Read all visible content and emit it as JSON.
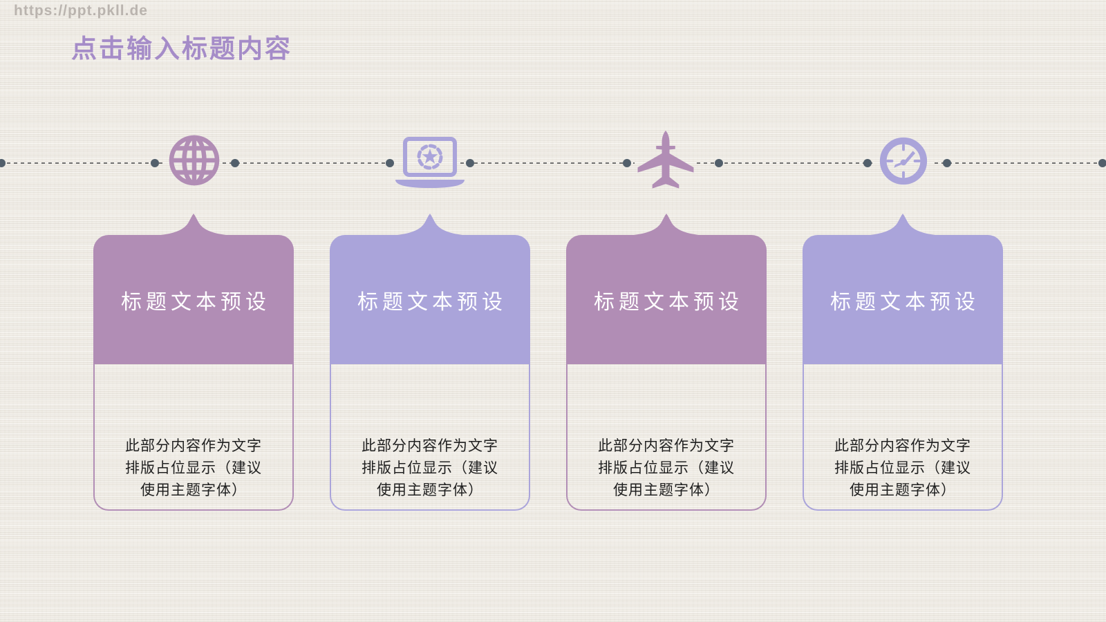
{
  "watermark": {
    "url_text": "https://ppt.pkll.de"
  },
  "header": {
    "title": "点击输入标题内容"
  },
  "colors": {
    "mauve": "#b18db5",
    "peri": "#aaa4da",
    "title": "#a58cc8",
    "dot": "#525f6b",
    "dash": "#707070"
  },
  "timeline": {
    "icons": [
      "globe",
      "laptop-star",
      "airplane",
      "stopwatch"
    ]
  },
  "cards": [
    {
      "theme": "mauve",
      "icon": "globe",
      "title": "标题文本预设",
      "body_lines": [
        "此部分内容作为文字",
        "排版占位显示（建议",
        "使用主题字体）"
      ]
    },
    {
      "theme": "periwinkle",
      "icon": "laptop-star",
      "title": "标题文本预设",
      "body_lines": [
        "此部分内容作为文字",
        "排版占位显示（建议",
        "使用主题字体）"
      ]
    },
    {
      "theme": "mauve",
      "icon": "airplane",
      "title": "标题文本预设",
      "body_lines": [
        "此部分内容作为文字",
        "排版占位显示（建议",
        "使用主题字体）"
      ]
    },
    {
      "theme": "periwinkle",
      "icon": "stopwatch",
      "title": "标题文本预设",
      "body_lines": [
        "此部分内容作为文字",
        "排版占位显示（建议",
        "使用主题字体）"
      ]
    }
  ]
}
